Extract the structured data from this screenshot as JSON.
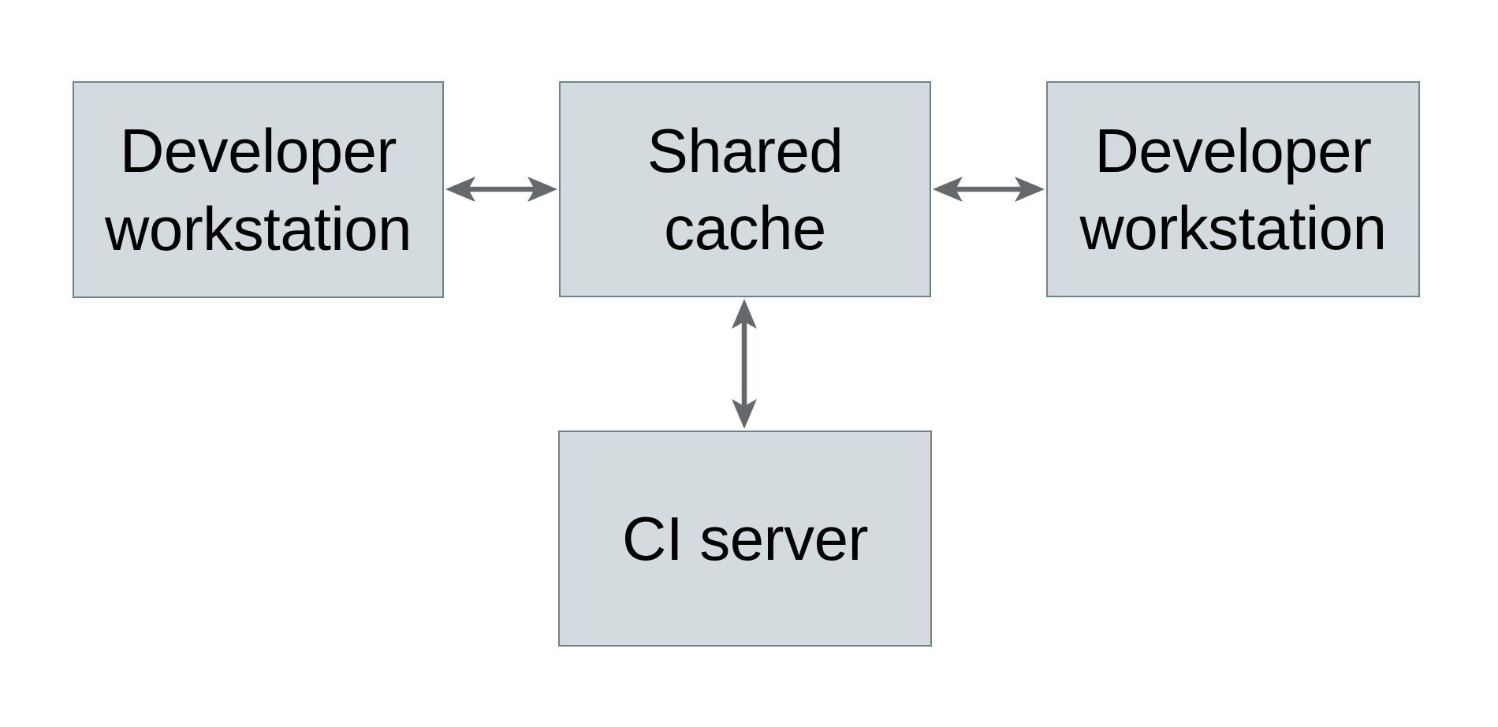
{
  "diagram": {
    "nodes": {
      "workstation_left": {
        "label": "Developer workstation",
        "lines": [
          "Developer",
          "workstation"
        ]
      },
      "shared_cache": {
        "label": "Shared cache",
        "lines": [
          "Shared",
          "cache"
        ]
      },
      "workstation_right": {
        "label": "Developer workstation",
        "lines": [
          "Developer",
          "workstation"
        ]
      },
      "ci_server": {
        "label": "CI server",
        "lines": [
          "CI server"
        ]
      }
    },
    "edges": [
      {
        "from": "Developer workstation (left)",
        "to": "Shared cache",
        "type": "bidirectional-arrow"
      },
      {
        "from": "Shared cache",
        "to": "Developer workstation (right)",
        "type": "bidirectional-arrow"
      },
      {
        "from": "Shared cache",
        "to": "CI server",
        "type": "bidirectional-arrow"
      }
    ],
    "colors": {
      "background": "#ffffff",
      "node_fill": "#d4dbde",
      "node_border": "#6f838d",
      "arrow": "#66696b",
      "text": "#000000"
    }
  }
}
